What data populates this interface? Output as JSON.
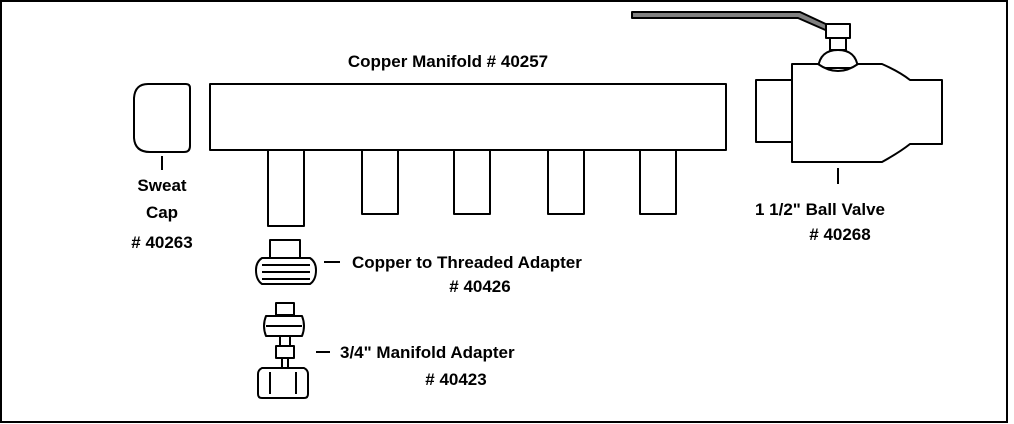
{
  "labels": {
    "manifold": "Copper Manifold # 40257",
    "sweat_cap": [
      "Sweat",
      "Cap",
      "# 40263"
    ],
    "ball_valve": [
      "1 1/2\" Ball Valve",
      "# 40268"
    ],
    "threaded_adapter": [
      "Copper to Threaded Adapter",
      "# 40426"
    ],
    "manifold_adapter": [
      "3/4\" Manifold Adapter",
      "# 40423"
    ]
  },
  "colors": {
    "line": "#000000",
    "background": "#ffffff",
    "valve_handle": "#808080"
  }
}
